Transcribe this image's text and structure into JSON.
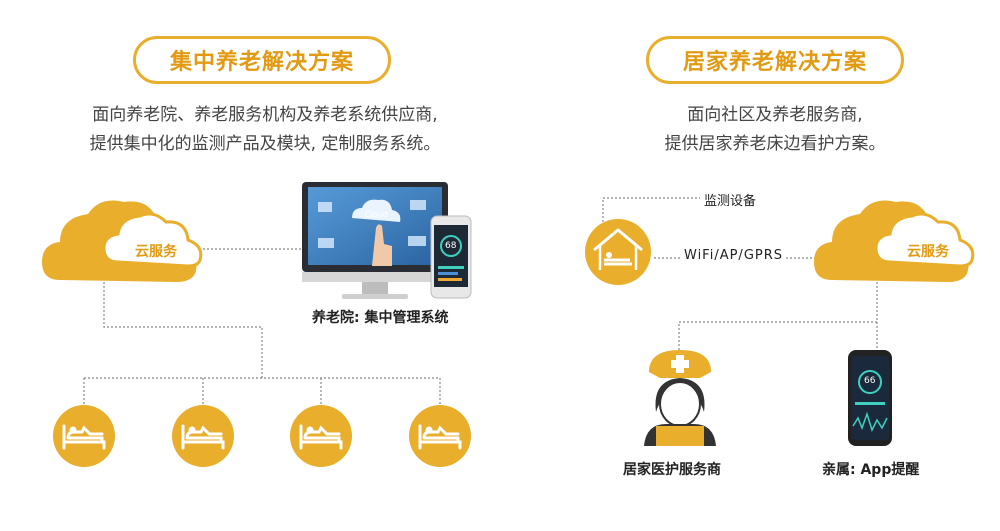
{
  "left": {
    "title": "集中养老解决方案",
    "desc_line1": "面向养老院、养老服务机构及养老系统供应商,",
    "desc_line2": "提供集中化的监测产品及模块, 定制服务系统。",
    "cloud_label": "云服务",
    "system_caption": "养老院: 集中管理系统",
    "monitor_cloud_text": "Cloud",
    "phone_reading": "68"
  },
  "right": {
    "title": "居家养老解决方案",
    "desc_line1": "面向社区及养老服务商,",
    "desc_line2": "提供居家养老床边看护方案。",
    "device_label": "监测设备",
    "network_label": "WiFi/AP/GPRS",
    "cloud_label": "云服务",
    "provider_caption": "居家医护服务商",
    "family_caption": "亲属: App提醒",
    "phone_reading": "66"
  },
  "colors": {
    "accent": "#e9ae2c",
    "accent_dark": "#e29a12",
    "line": "#888888"
  }
}
